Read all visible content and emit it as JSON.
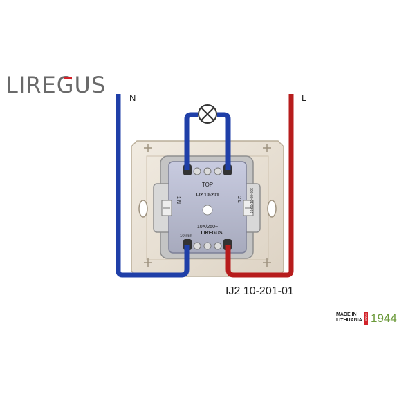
{
  "brand": {
    "logo_text": "LIREGUS",
    "made_in_line1": "MADE IN",
    "made_in_line2": "LITHUANIA",
    "since_text": "SINCE",
    "year": "1944"
  },
  "terminals": {
    "neutral_label": "N",
    "live_label": "L"
  },
  "model_caption": "IJ2 10-201-01",
  "switch_face": {
    "top_text": "TOP",
    "model_text": "IJ2 10-201",
    "left_side_text": "1  N",
    "right_side_text": "2  L",
    "rating_text": "10X/250~",
    "brand_text": "LIREGUS",
    "strip_text": "10 mm",
    "serial_text": "338-00-01-00-01"
  },
  "colors": {
    "neutral_wire": "#1f3fa8",
    "live_wire": "#b71c1c",
    "frame": "#ebe3d6",
    "mechanism": "#b8bbcc"
  }
}
